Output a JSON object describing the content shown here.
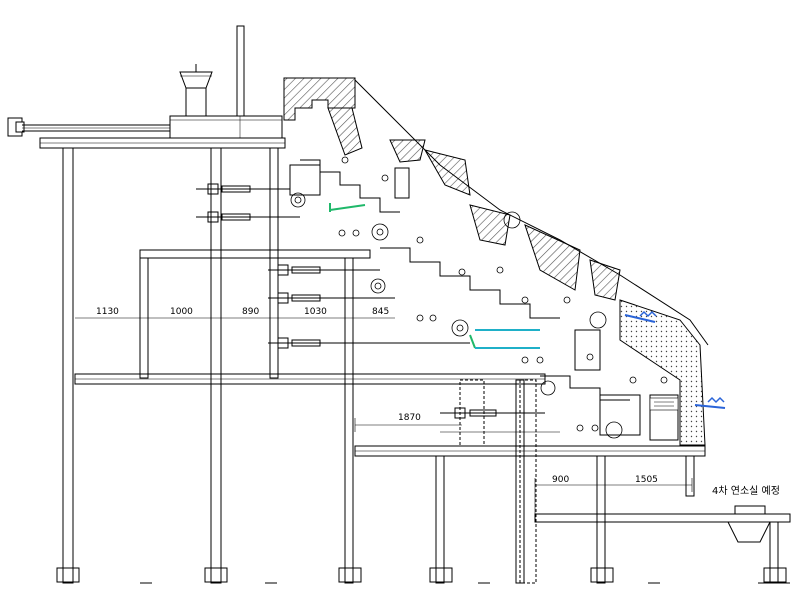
{
  "dimensions": {
    "d1130": "1130",
    "d1000": "1000",
    "d890": "890",
    "d1030": "1030",
    "d845": "845",
    "d1870": "1870",
    "d900": "900",
    "d1505": "1505"
  },
  "note": "4차 연소실 예정",
  "colors": {
    "line": "#000000",
    "refractory_hatch": "#555555",
    "grate_green": "#1fb86a",
    "grate_cyan": "#1fb0c8",
    "air_nozzle_blue": "#2a64d8"
  }
}
